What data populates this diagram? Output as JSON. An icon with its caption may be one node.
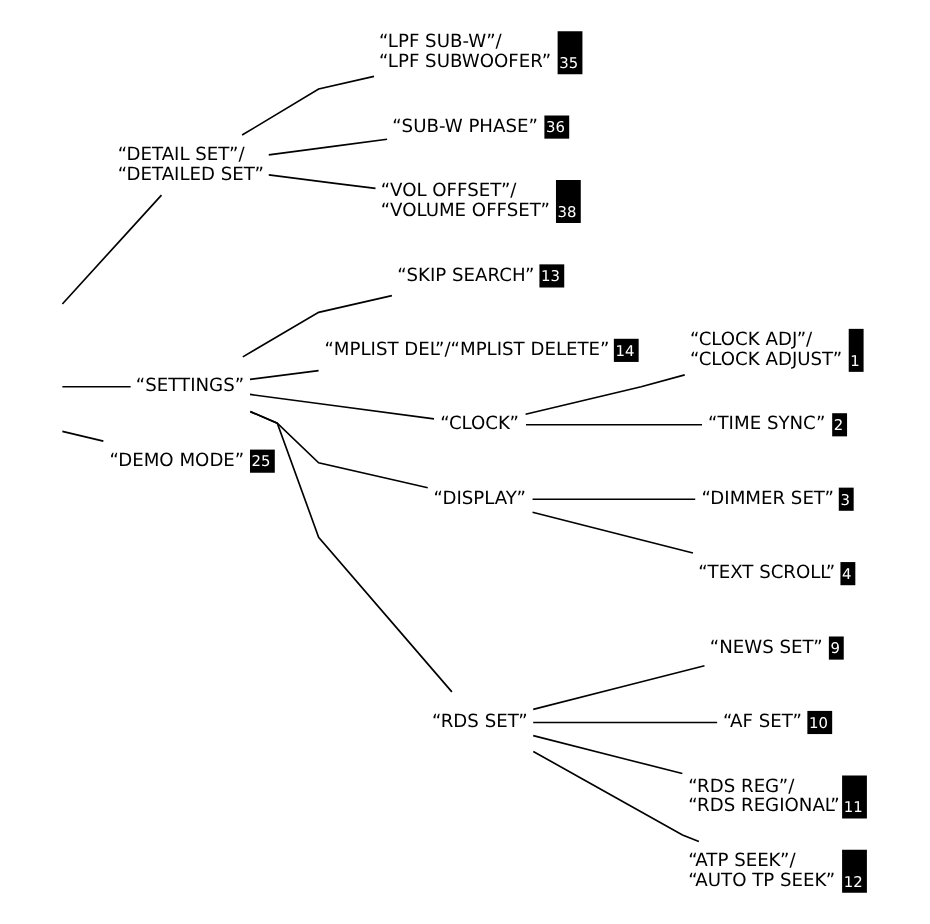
{
  "diagram": {
    "nodes": [
      {
        "text": [
          "“DETAIL SET”/ “DETAILED SET”"
        ]
      },
      {
        "text": [
          "“LPF SUB-W”/ “LPF SUBWOOFER”",
          "35"
        ]
      },
      {
        "text": [
          "“SUB-W PHASE”",
          "36"
        ]
      },
      {
        "text": [
          "“VOL OFFSET”/ “VOLUME OFFSET”",
          "38"
        ]
      },
      {
        "text": [
          "“SETTINGS”"
        ]
      },
      {
        "text": [
          "“SKIP SEARCH”",
          "13"
        ]
      },
      {
        "text": [
          "“MPLIST DEL”/“MPLIST DELETE”",
          "14"
        ]
      },
      {
        "text": [
          "“CLOCK”"
        ]
      },
      {
        "text": [
          "“CLOCK ADJ”/ “CLOCK ADJUST”",
          "1"
        ]
      },
      {
        "text": [
          "“TIME SYNC”",
          "2"
        ]
      },
      {
        "text": [
          "“DISPLAY”"
        ]
      },
      {
        "text": [
          "“DIMMER SET”",
          "3"
        ]
      },
      {
        "text": [
          "“TEXT SCROLL”",
          "4"
        ]
      },
      {
        "text": [
          "“RDS SET”"
        ]
      },
      {
        "text": [
          "“NEWS SET”",
          "9"
        ]
      },
      {
        "text": [
          "“AF SET”",
          "10"
        ]
      },
      {
        "text": [
          "“RDS REG”/ “RDS REGIONAL”",
          "11"
        ]
      },
      {
        "text": [
          "“ATP SEEK”/ “AUTO TP SEEK”",
          "12"
        ]
      },
      {
        "text": [
          "“DEMO MODE”",
          "25"
        ]
      }
    ],
    "edges": [
      {
        "from": null,
        "to": 0,
        "arrow": "none"
      },
      {
        "from": 0,
        "to": 1,
        "arrow": "none"
      },
      {
        "from": 0,
        "to": 2,
        "arrow": "none"
      },
      {
        "from": 0,
        "to": 3,
        "arrow": "none"
      },
      {
        "from": null,
        "to": 4,
        "arrow": "none"
      },
      {
        "from": 4,
        "to": 5,
        "arrow": "none"
      },
      {
        "from": 4,
        "to": 6,
        "arrow": "none"
      },
      {
        "from": 4,
        "to": 7,
        "arrow": "none"
      },
      {
        "from": 4,
        "to": 10,
        "arrow": "none"
      },
      {
        "from": 4,
        "to": 13,
        "arrow": "none"
      },
      {
        "from": 7,
        "to": 8,
        "arrow": "none"
      },
      {
        "from": 7,
        "to": 9,
        "arrow": "none"
      },
      {
        "from": 10,
        "to": 11,
        "arrow": "none"
      },
      {
        "from": 10,
        "to": 12,
        "arrow": "none"
      },
      {
        "from": 13,
        "to": 14,
        "arrow": "none"
      },
      {
        "from": 13,
        "to": 15,
        "arrow": "none"
      },
      {
        "from": 13,
        "to": 16,
        "arrow": "none"
      },
      {
        "from": 13,
        "to": 17,
        "arrow": "none"
      },
      {
        "from": null,
        "to": 18,
        "arrow": "none"
      }
    ]
  }
}
